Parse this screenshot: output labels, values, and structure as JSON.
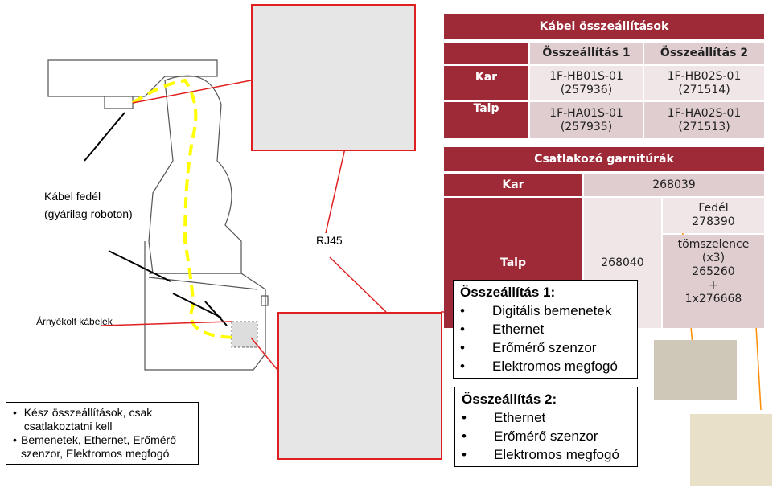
{
  "table1": {
    "title": "Kábel összeállítások",
    "columns": [
      "",
      "Összeállítás 1",
      "Összeállítás 2"
    ],
    "rows": [
      {
        "label": "Kar",
        "values": [
          "1F-HB01S-01\n(257936)",
          "1F-HB02S-01\n(271514)"
        ]
      },
      {
        "label": "Talp",
        "values": [
          "1F-HA01S-01\n(257935)",
          "1F-HA02S-01\n(271513)"
        ]
      }
    ]
  },
  "table2": {
    "title": "Csatlakozó garnitúrák",
    "kar_label": "Kar",
    "kar_value": "268039",
    "talp_label": "Talp",
    "talp_value": "268040",
    "fedel": "Fedél\n278390",
    "tomszelence": "tömszelence\n(x3)\n265260\n+\n1x276668"
  },
  "labels": {
    "kabel_fedel": "Kábel fedél",
    "gyarilag": "(gyárilag roboton)",
    "rj45": "RJ45",
    "arnyekolt": "Árnyékolt kábelek"
  },
  "box1": {
    "title": "Összeállítás 1:",
    "items": [
      "Digitális bemenetek",
      "Ethernet",
      "Erőmérő szenzor",
      "Elektromos megfogó"
    ]
  },
  "box2": {
    "title": "Összeállítás 2:",
    "items": [
      "Ethernet",
      "Erőmérő szenzor",
      "Elektromos megfogó"
    ]
  },
  "notes": {
    "items": [
      "Kész összeállítások, csak csatlakoztatni kell",
      "Bemenetek, Ethernet, Erőmérő szenzor, Elektromos megfogó"
    ]
  },
  "colors": {
    "header": "#9e2a38",
    "cable": "#ffff00",
    "callout": "#e02020",
    "arrow": "#ff8c00"
  }
}
